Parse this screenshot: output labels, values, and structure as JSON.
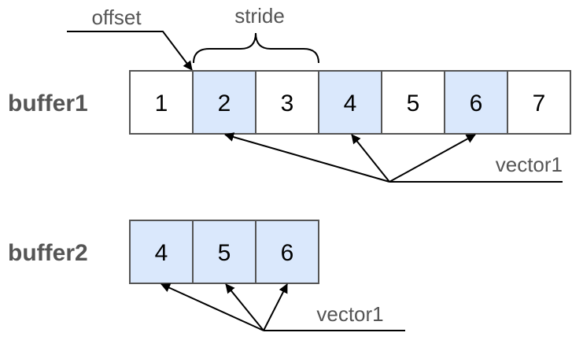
{
  "colors": {
    "highlight": "#dae8fc",
    "plain": "#ffffff",
    "border": "#555555",
    "text": "#000000",
    "label": "#555555"
  },
  "buffer1": {
    "label": "buffer1",
    "cells": [
      {
        "value": "1",
        "highlighted": false
      },
      {
        "value": "2",
        "highlighted": true
      },
      {
        "value": "3",
        "highlighted": false
      },
      {
        "value": "4",
        "highlighted": true
      },
      {
        "value": "5",
        "highlighted": false
      },
      {
        "value": "6",
        "highlighted": true
      },
      {
        "value": "7",
        "highlighted": false
      }
    ],
    "vector_label": "vector1"
  },
  "buffer2": {
    "label": "buffer2",
    "cells": [
      {
        "value": "4",
        "highlighted": true
      },
      {
        "value": "5",
        "highlighted": true
      },
      {
        "value": "6",
        "highlighted": true
      }
    ],
    "vector_label": "vector1"
  },
  "annotations": {
    "offset": "offset",
    "stride": "stride"
  }
}
